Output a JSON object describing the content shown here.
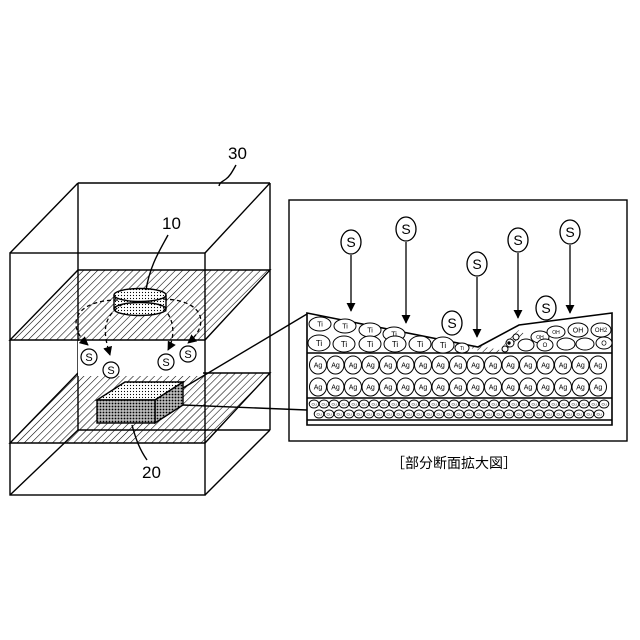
{
  "labels": {
    "chamber": "30",
    "source": "10",
    "sample": "20",
    "caption": "［部分断面拡大図］"
  },
  "species": {
    "sulfur": "S",
    "titanium": "Ti",
    "silver": "Ag",
    "hydroxide": "OH",
    "oxygen": "O",
    "water": "OH2",
    "substrate": "Cu"
  },
  "colors": {
    "line": "#000000",
    "background": "#ffffff"
  }
}
